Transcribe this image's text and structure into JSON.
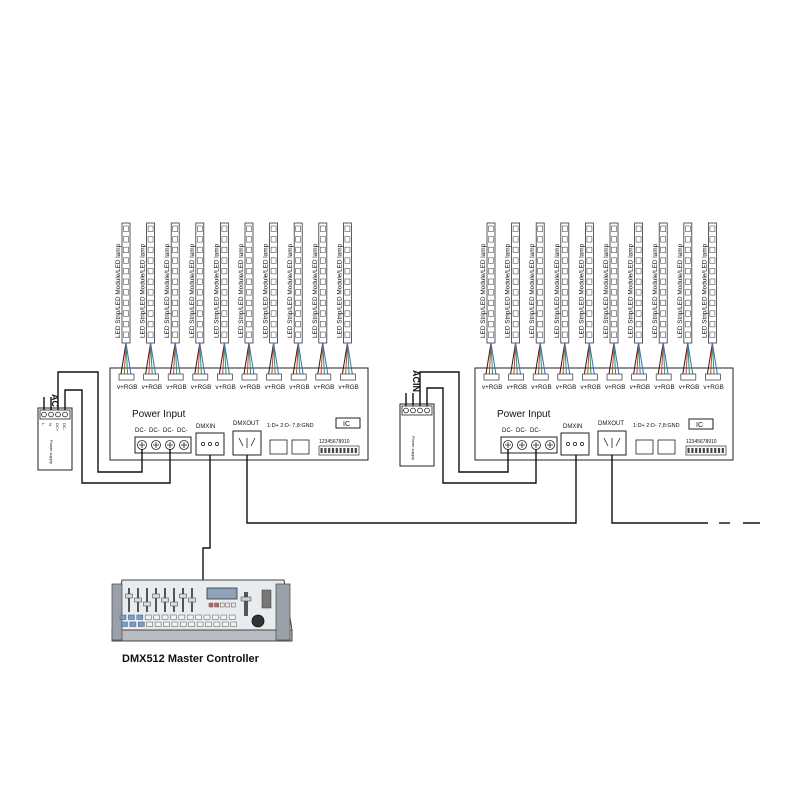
{
  "strip_label": "LED Strip/LED Module/LED lamp",
  "vrgb_label": "v+RGB",
  "power_input_label": "Power Input",
  "dc_labels": [
    "DC-",
    "DC-",
    "DC-",
    "DC-"
  ],
  "dc_labels_right": [
    "DC-",
    "DC-",
    "DC-"
  ],
  "dmxin_label": "DMXIN",
  "dmxout_label": "DMXOUT",
  "pin_label": "1:D+ 2:D- 7,8:GND",
  "ic_label": "IC",
  "dip_label": "12345678910",
  "acin_label": "ACIN",
  "psu_terminals": [
    "L",
    "N",
    "DC+",
    "DC-"
  ],
  "psu_caption": "Power supply",
  "controller_label": "DMX512 Master Controller",
  "colors": {
    "line": "#111111",
    "red": "#d83a3a",
    "green": "#2f9a45",
    "blue": "#2f6fd0"
  }
}
